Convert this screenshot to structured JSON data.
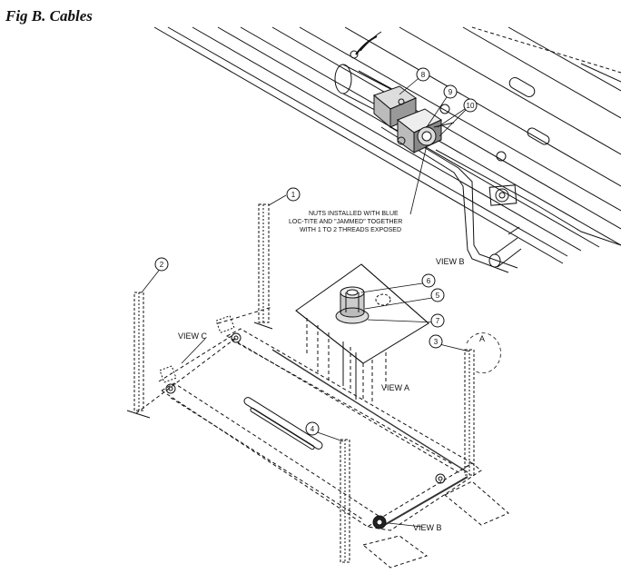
{
  "figure": {
    "title": "Fig B.  Cables"
  },
  "note": {
    "lines": [
      "NUTS INSTALLED WITH BLUE",
      "LOC-TITE AND \"JAMMED\" TOGETHER",
      "WITH 1 TO 2 THREADS EXPOSED"
    ]
  },
  "views": {
    "b_top": "VIEW B",
    "a": "VIEW A",
    "c": "VIEW C",
    "b_bottom": "VIEW B",
    "a_marker": "A"
  },
  "callouts": [
    "1",
    "2",
    "3",
    "4",
    "5",
    "6",
    "7",
    "8",
    "9",
    "10"
  ]
}
